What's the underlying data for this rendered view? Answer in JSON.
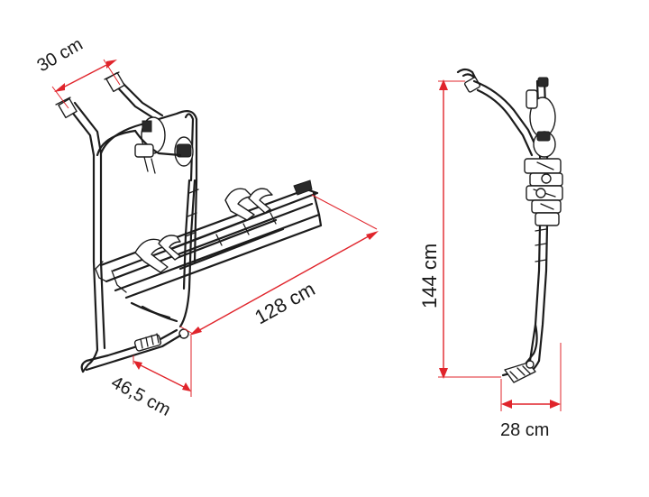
{
  "dimensions": {
    "top_width": "30 cm",
    "depth": "46,5 cm",
    "rail_length": "128 cm",
    "height": "144 cm",
    "side_depth": "28 cm"
  },
  "colors": {
    "dimension_line": "#e0242b",
    "drawing_line": "#1c1c1c",
    "background": "#ffffff"
  }
}
